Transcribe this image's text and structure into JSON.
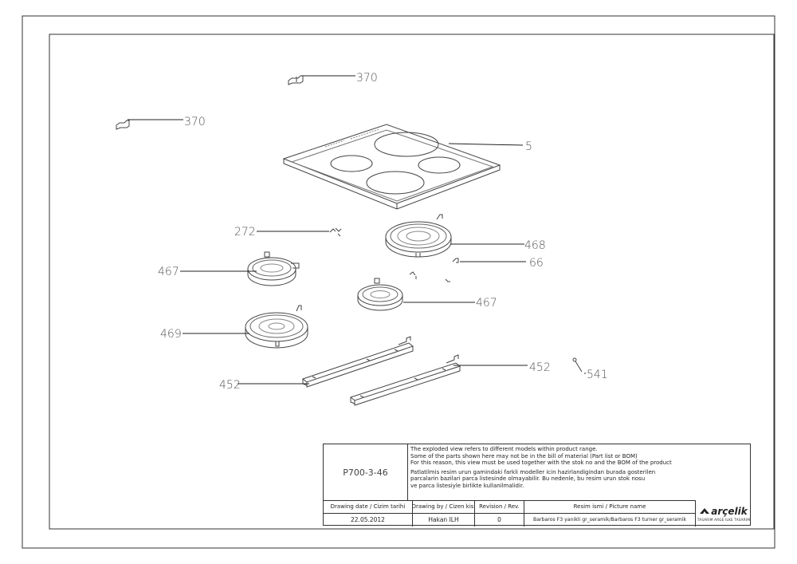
{
  "callouts": {
    "c370a": "370",
    "c370b": "370",
    "c5": "5",
    "c272": "272",
    "c468": "468",
    "c467a": "467",
    "c66": "66",
    "c467b": "467",
    "c469": "469",
    "c452a": "452",
    "c452b": "452",
    "c541": "541"
  },
  "title_block": {
    "drawing_code": "P700-3-46",
    "note_en_1": "The exploded view refers to different models within product range.",
    "note_en_2": "Some of the parts shown here may not be in the bill of material (Part list or BOM)",
    "note_en_3": "For this reason, this view must be used together with the stok no and the BOM of the product",
    "note_tr_1": "Patlatilmis resim urun gamindaki farkli modeller icin hazirlandigindan burada gosterilen",
    "note_tr_2": "parcalarin bazilari parca listesinde olmayabilir. Bu nedenle, bu resim urun stok nosu",
    "note_tr_3": "ve parca listesiyle birlikte kullanilmalidir.",
    "hdr_drawing_date": "Drawing date / Cizim tarihi",
    "hdr_drawn_by": "Drawing by / Cizen kisi",
    "hdr_revision": "Revision / Rev.",
    "hdr_picture_name": "Resim ismi / Picture name",
    "val_drawing_date": "22.05.2012",
    "val_drawn_by": "Hakan ILH",
    "val_revision": "0",
    "val_picture_name": "Barbaros F3 yanikli gr_seramik/Barbaros F3 turner gr_seramik",
    "logo_name": "arçelik",
    "logo_sub": "TASARIM ARGE ILKE TASARIM"
  }
}
